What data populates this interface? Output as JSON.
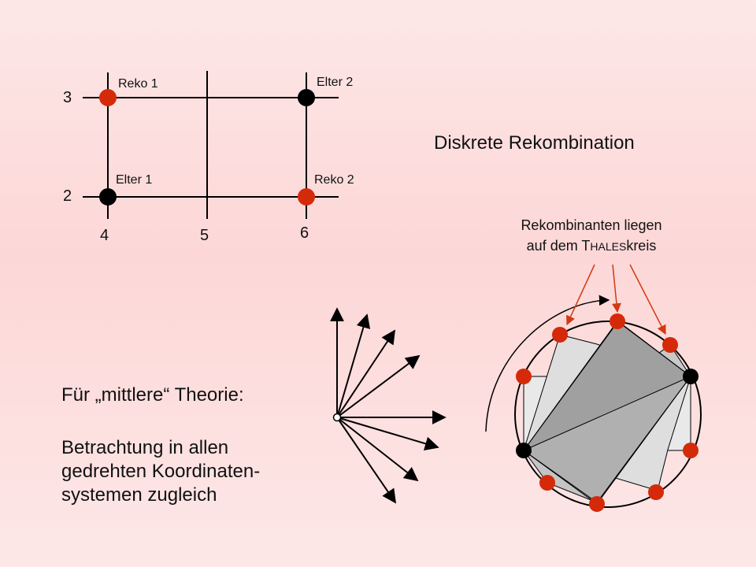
{
  "grid": {
    "labels": {
      "reko1": "Reko 1",
      "elter2": "Elter 2",
      "elter1": "Elter 1",
      "reko2": "Reko 2"
    },
    "y_ticks": [
      "3",
      "2"
    ],
    "x_ticks": [
      "4",
      "5",
      "6"
    ]
  },
  "title": "Diskrete Rekombination",
  "thales_note": {
    "line1": "Rekombinanten liegen",
    "line2_prefix": "auf dem T",
    "line2_smallcaps": "HALES",
    "line2_suffix": "kreis"
  },
  "theory": {
    "heading": "Für „mittlere“ Theorie:",
    "line1": "Betrachtung in allen",
    "line2": "gedrehten Koordinaten-",
    "line3": "systemen zugleich"
  },
  "colors": {
    "background": "#fdd9d9",
    "parent_dot": "#000000",
    "recombinant_dot": "#d42a0a",
    "annotation_arrow": "#d13a12",
    "light_rect": "#e0e0e0",
    "mid_rect": "#c6c6c6",
    "dark_rect": "#a3a3a3"
  }
}
